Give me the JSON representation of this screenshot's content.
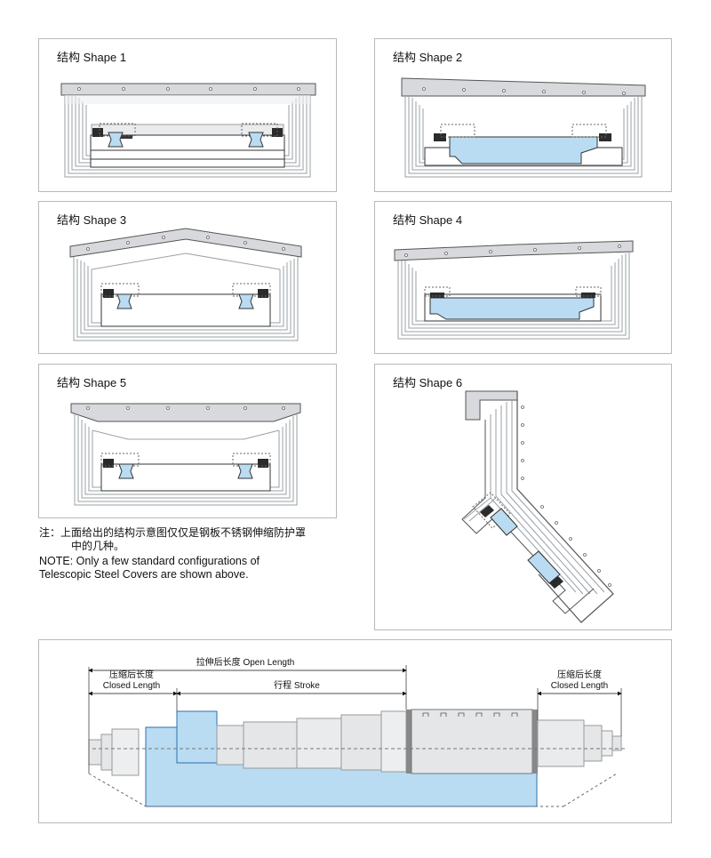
{
  "shapes": [
    {
      "title": "结构 Shape 1"
    },
    {
      "title": "结构 Shape 2"
    },
    {
      "title": "结构 Shape 3"
    },
    {
      "title": "结构 Shape 4"
    },
    {
      "title": "结构 Shape 5"
    },
    {
      "title": "结构 Shape 6"
    }
  ],
  "note": {
    "cn_line1": "注：上面给出的结构示意图仅仅是钢板不锈钢伸缩防护罩",
    "cn_line2": "中的几种。",
    "en_line1": "NOTE: Only a few standard configurations of",
    "en_line2": "Telescopic Steel Covers are shown above."
  },
  "dimensions": {
    "open_length": "拉伸后长度 Open Length",
    "closed_left_cn": "压缩后长度",
    "closed_left_en": "Closed Length",
    "stroke": "行程 Stroke",
    "closed_right_cn": "压缩后长度",
    "closed_right_en": "Closed Length"
  },
  "colors": {
    "steel": "#e4e6e8",
    "steel_dark": "#b8bcc0",
    "rail_blue": "#b9dcf2",
    "seal": "#333333",
    "panel_border": "#b9b9b9"
  }
}
